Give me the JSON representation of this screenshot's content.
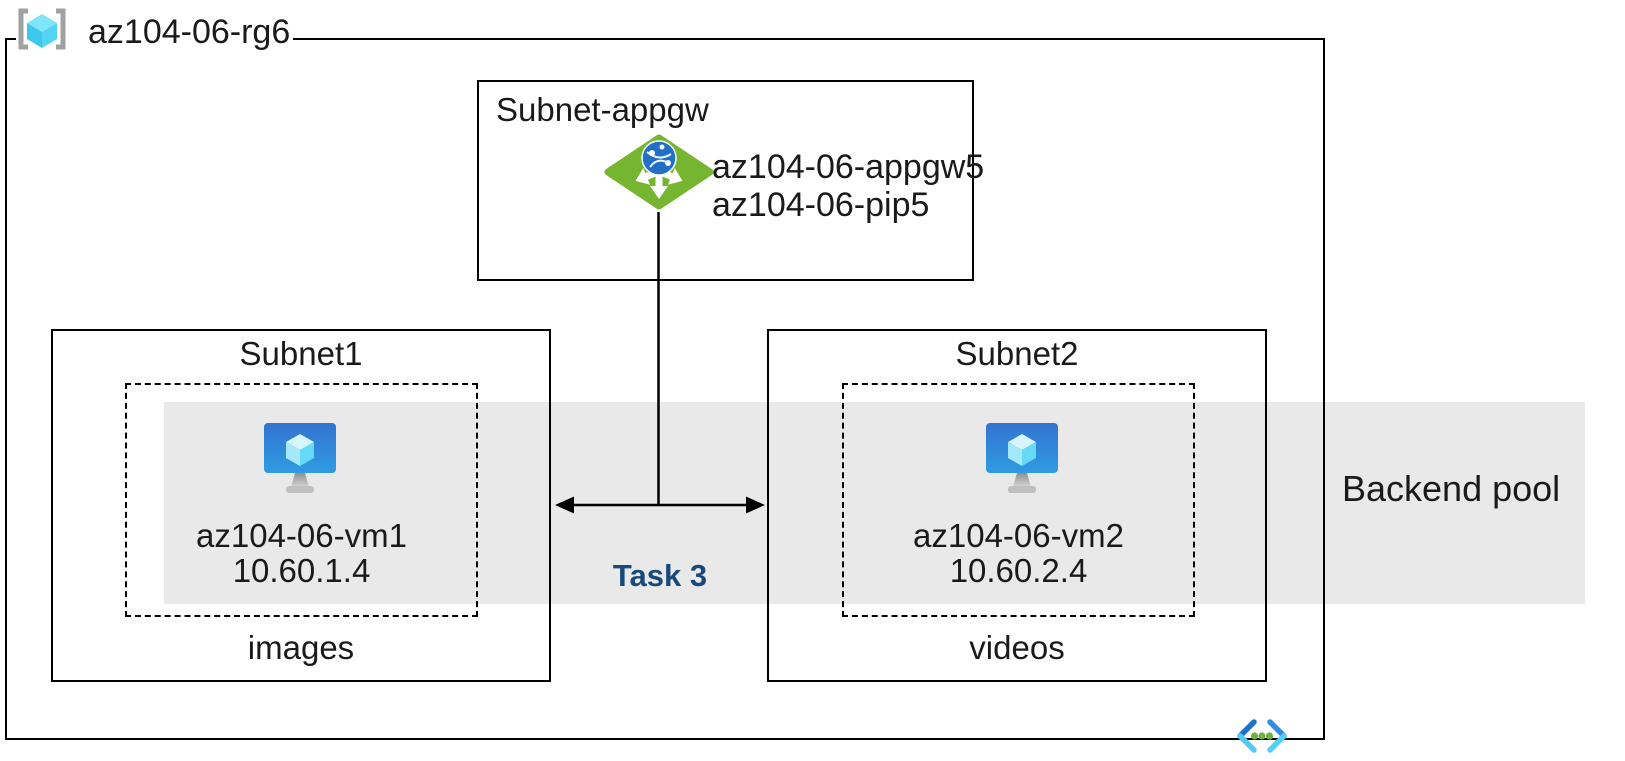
{
  "diagram": {
    "resource_group": {
      "name": "az104-06-rg6"
    },
    "appgw_subnet": {
      "name": "Subnet-appgw",
      "gateway_name": "az104-06-appgw5",
      "public_ip_name": "az104-06-pip5"
    },
    "subnet1": {
      "name": "Subnet1",
      "vm_name": "az104-06-vm1",
      "vm_ip": "10.60.1.4",
      "caption": "images"
    },
    "subnet2": {
      "name": "Subnet2",
      "vm_name": "az104-06-vm2",
      "vm_ip": "10.60.2.4",
      "caption": "videos"
    },
    "backend_pool": {
      "label": "Backend pool"
    },
    "task": {
      "label": "Task 3"
    },
    "colors": {
      "band_gray": "#E9E9E9",
      "line_black": "#000000",
      "task_label_blue": "#17497B",
      "appgw_green": "#76B52F",
      "vm_screen_blue": "#2F7CD3",
      "cube_cyan": "#6FDCF7",
      "vnet_dot_green": "#6DB33F",
      "bracket_gray": "#A0A1A3"
    }
  }
}
